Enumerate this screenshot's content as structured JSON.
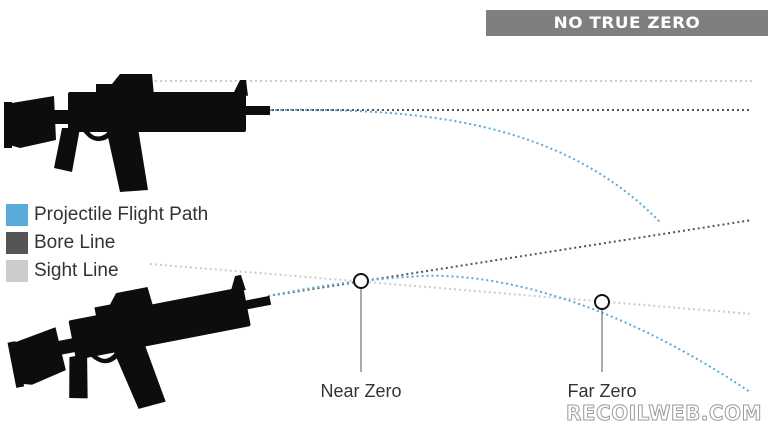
{
  "banner": {
    "title": "NO TRUE ZERO"
  },
  "legend": [
    {
      "label": "Projectile Flight Path",
      "color": "#5aaad8"
    },
    {
      "label": "Bore Line",
      "color": "#555555"
    },
    {
      "label": "Sight Line",
      "color": "#cccccc"
    }
  ],
  "zeros": {
    "near": "Near Zero",
    "far": "Far Zero"
  },
  "colors": {
    "rifle": "#0d0d0d",
    "banner": "#7f7f7f",
    "flight_path": "#5aaad8",
    "bore_line": "#555555",
    "sight_line": "#cccccc",
    "marker": "#111111"
  },
  "watermark": "RECOILWEB.COM"
}
